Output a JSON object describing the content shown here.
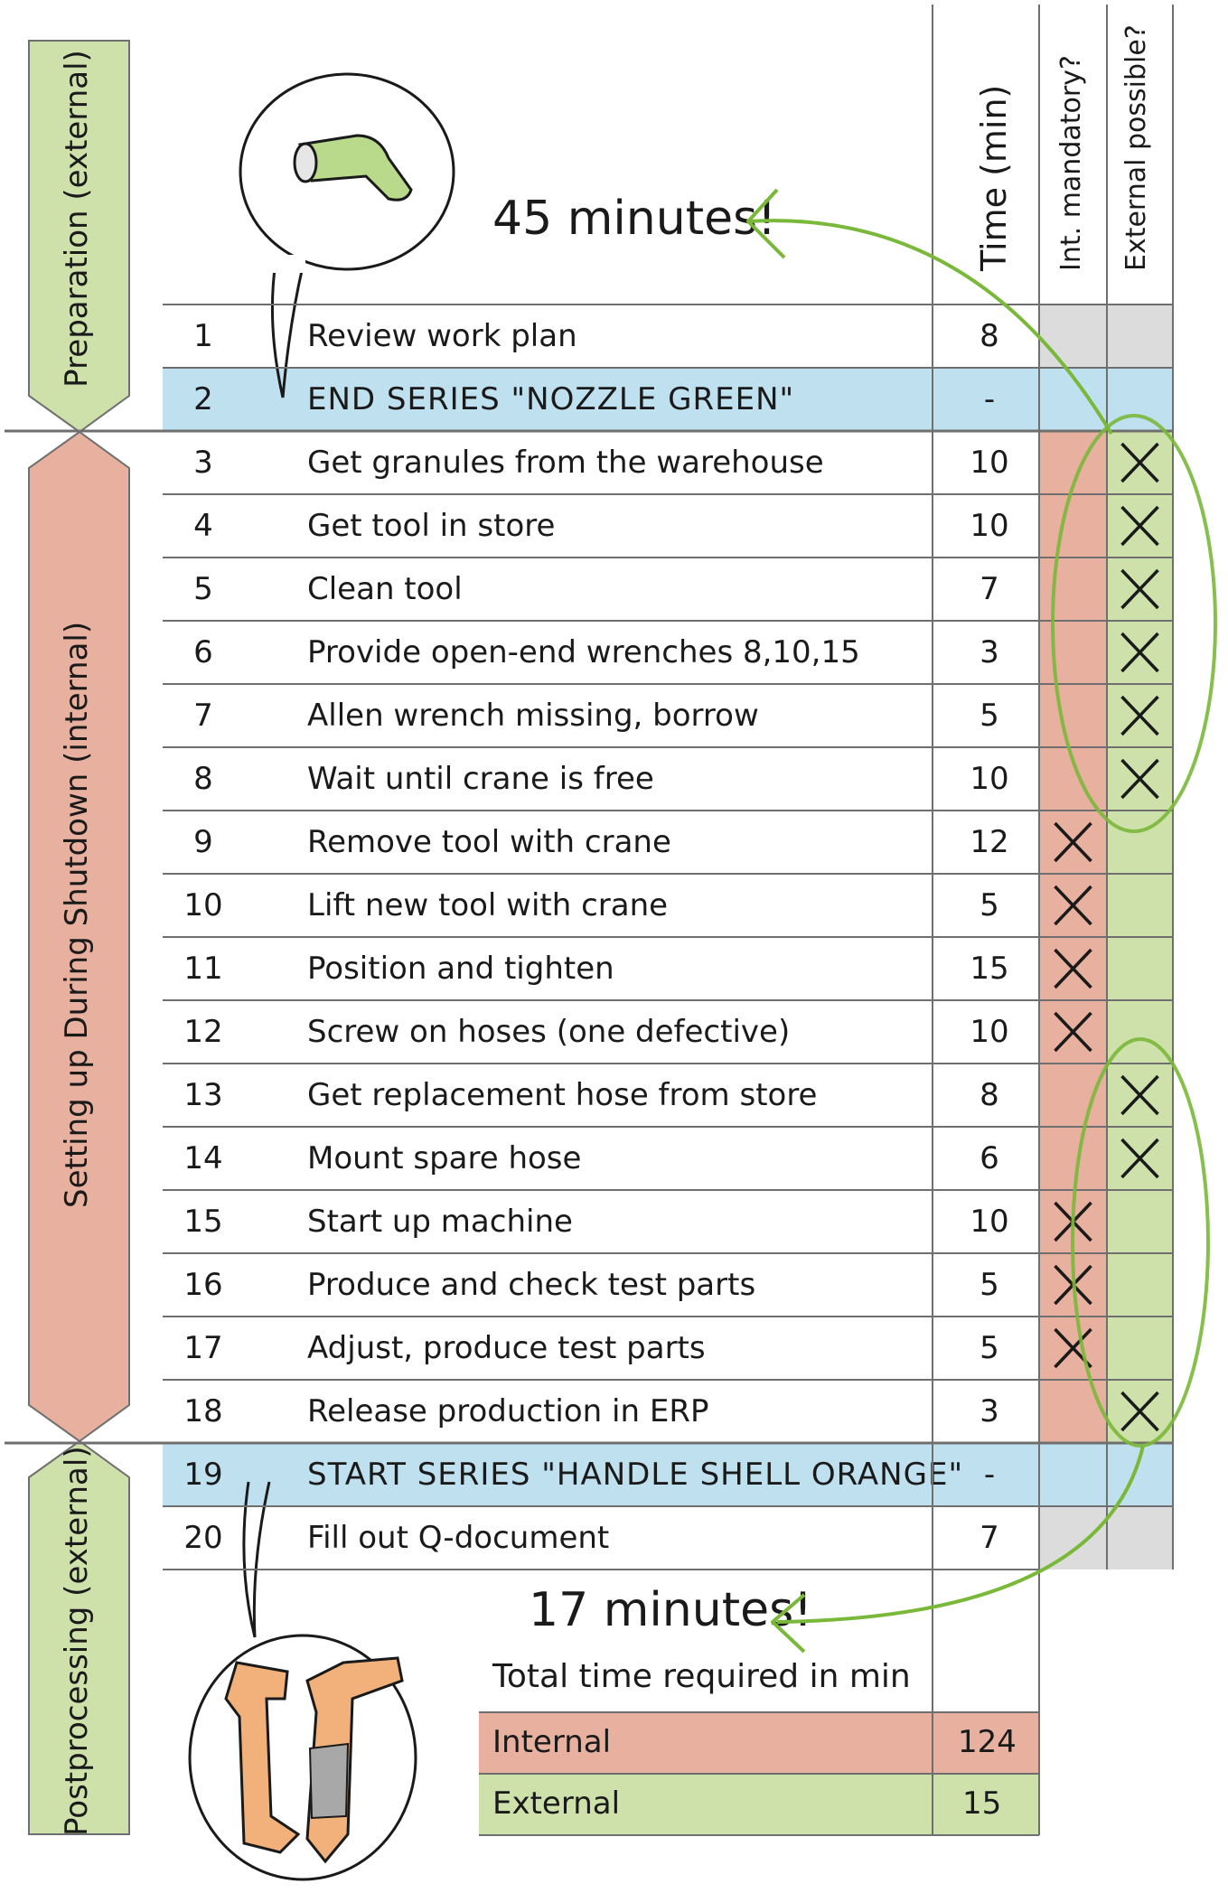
{
  "columns": {
    "time": "Time (min)",
    "int_mandatory": "Int. mandatory?",
    "ext_possible": "External possible?"
  },
  "phases": [
    {
      "label": "Preparation (external)",
      "color": "#cfe1ab"
    },
    {
      "label": "Setting up During Shutdown (internal)",
      "color": "#e8b09e"
    },
    {
      "label": "Postprocessing (external)",
      "color": "#cfe1ab"
    }
  ],
  "callouts": {
    "top": "45 minutes!",
    "bottom": "17 minutes!"
  },
  "rows": [
    {
      "n": "1",
      "task": "Review work plan",
      "time": "8",
      "int": false,
      "ext": false
    },
    {
      "n": "2",
      "task": "END SERIES \"NOZZLE GREEN\"",
      "time": "-",
      "int": false,
      "ext": false
    },
    {
      "n": "3",
      "task": "Get granules from the warehouse",
      "time": "10",
      "int": false,
      "ext": true
    },
    {
      "n": "4",
      "task": "Get tool in store",
      "time": "10",
      "int": false,
      "ext": true
    },
    {
      "n": "5",
      "task": "Clean tool",
      "time": "7",
      "int": false,
      "ext": true
    },
    {
      "n": "6",
      "task": "Provide open-end wrenches 8,10,15",
      "time": "3",
      "int": false,
      "ext": true
    },
    {
      "n": "7",
      "task": "Allen wrench missing, borrow",
      "time": "5",
      "int": false,
      "ext": true
    },
    {
      "n": "8",
      "task": "Wait until crane is free",
      "time": "10",
      "int": false,
      "ext": true
    },
    {
      "n": "9",
      "task": "Remove tool with crane",
      "time": "12",
      "int": true,
      "ext": false
    },
    {
      "n": "10",
      "task": "Lift new tool with crane",
      "time": "5",
      "int": true,
      "ext": false
    },
    {
      "n": "11",
      "task": "Position and tighten",
      "time": "15",
      "int": true,
      "ext": false
    },
    {
      "n": "12",
      "task": "Screw on hoses (one defective)",
      "time": "10",
      "int": true,
      "ext": false
    },
    {
      "n": "13",
      "task": "Get replacement hose from store",
      "time": "8",
      "int": false,
      "ext": true
    },
    {
      "n": "14",
      "task": "Mount spare hose",
      "time": "6",
      "int": false,
      "ext": true
    },
    {
      "n": "15",
      "task": "Start up machine",
      "time": "10",
      "int": true,
      "ext": false
    },
    {
      "n": "16",
      "task": "Produce and check test parts",
      "time": "5",
      "int": true,
      "ext": false
    },
    {
      "n": "17",
      "task": "Adjust, produce test parts",
      "time": "5",
      "int": true,
      "ext": false
    },
    {
      "n": "18",
      "task": "Release production in ERP",
      "time": "3",
      "int": false,
      "ext": true
    },
    {
      "n": "19",
      "task": "START SERIES \"HANDLE SHELL ORANGE\"",
      "time": "-",
      "int": false,
      "ext": false
    },
    {
      "n": "20",
      "task": "Fill out Q-document",
      "time": "7",
      "int": false,
      "ext": false
    }
  ],
  "summary": {
    "title": "Total time required in min",
    "internal_label": "Internal",
    "internal_value": "124",
    "external_label": "External",
    "external_value": "15"
  },
  "colors": {
    "internal": "#e8b09e",
    "external": "#cfe1ab",
    "series": "#bfe0ee",
    "grey": "#dcdcdc",
    "accent": "#7ab83a"
  }
}
